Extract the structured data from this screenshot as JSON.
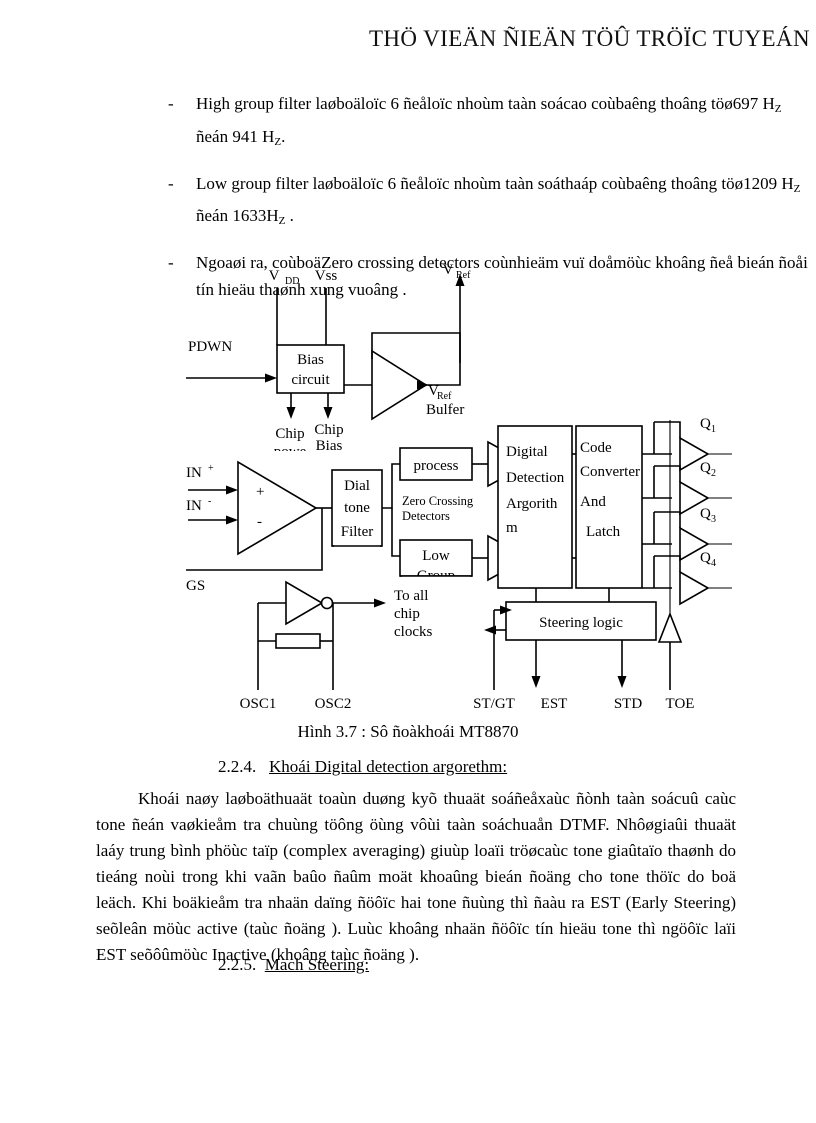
{
  "header": {
    "title": "THÖ VIEÄN ÑIEÄN TÖÛ TRÖÏC TUYEÁN"
  },
  "bullets": [
    {
      "marker": "-",
      "text_1": "High group filter laøboäloïc 6 ñeåloïc nhoùm taàn soácao coùbaêng thoâng töø697 H",
      "sub_1": "Z",
      "text_2": " ñeán  941 H",
      "sub_2": "Z",
      "text_3": "."
    },
    {
      "marker": "-",
      "text_1": "Low group filter laøboäloïc 6 ñeåloïc nhoùm taàn soáthaáp coùbaêng thoâng töø1209 H",
      "sub_1": "Z",
      "text_2": " ñeán 1633H",
      "sub_2": "Z",
      "text_3": " ."
    },
    {
      "marker": "-",
      "text_1": "Ngoaøi ra, coùboäZero crossing detectors coùnhieäm vuï doåmöùc khoâng ñeå bieán ñoåi tín hieäu thaønh xung vuoâng .",
      "sub_1": "",
      "text_2": "",
      "sub_2": "",
      "text_3": ""
    }
  ],
  "diagram": {
    "labels": {
      "vdd": "V",
      "vdd_sub": "DD",
      "vss": "Vss",
      "vref_top": "V",
      "vref_top_sub": "Ref",
      "pdwn": "PDWN",
      "bias_line1": "Bias",
      "bias_line2": "circuit",
      "vref_buf_v": "V",
      "vref_buf_sub": "Ref",
      "vref_buf_name": "Bulfer",
      "chip_power_l1": "Chip",
      "chip_power_l2": "powe",
      "chip_bias_l1": "Chip",
      "chip_bias_l2": "Bias",
      "in_plus": "IN",
      "in_plus_sup": "+",
      "in_minus": "IN",
      "in_minus_sup": "-",
      "opamp_plus": "+",
      "opamp_minus": "-",
      "gs": "GS",
      "dial_l1": "Dial",
      "dial_l2": "tone",
      "dial_l3": "Filter",
      "process": "process",
      "zero_cross_l1": "Zero Crossing",
      "zero_cross_l2": "Detectors",
      "low_group_l1": "Low",
      "low_group_l2": "Group",
      "digital_l1": "Digital",
      "digital_l2": "Detection",
      "digital_l3": "Argorith",
      "digital_l4": "m",
      "code_l1": "Code",
      "code_l2": "Converter",
      "code_l3": "And",
      "code_l4": "Latch",
      "q1": "Q",
      "q1_sub": "1",
      "q2": "Q",
      "q2_sub": "2",
      "q3": "Q",
      "q3_sub": "3",
      "q4": "Q",
      "q4_sub": "4",
      "to_all_l1": "To all",
      "to_all_l2": "chip",
      "to_all_l3": "clocks",
      "steering": "Steering logic",
      "osc1": "OSC1",
      "osc2": "OSC2",
      "stgt": "ST/GT",
      "est": "EST",
      "std": "STD",
      "toe": "TOE"
    }
  },
  "figure_caption": "Hình 3.7  : Sô ñoàkhoái MT8870",
  "sections": {
    "s224": {
      "number": "2.2.4.",
      "title": "Khoái Digital detection argorethm:",
      "paragraph": "Khoái naøy laøboäthuaät toaùn duøng kyõ thuaät soáñeåxaùc ñònh taàn soácuû caùc tone ñeán vaøkieåm tra chuùng töông öùng vôùi taàn soáchuaån DTMF. Nhôøgiaûi thuaät laáy trung bình phöùc taïp (complex averaging) giuùp loaïi tröøcaùc tone giaûtaïo thaønh do tieáng noùi trong khi vaãn baûo ñaûm moät khoaûng bieán ñoäng cho tone thöïc do boä leäch. Khi boäkieåm tra nhaän daïng ñöôïc hai tone ñuùng thì ñaàu ra EST (Early Steering) seõleân möùc active (taùc ñoäng ). Luùc khoâng nhaän ñöôïc tín hieäu tone thì ngöôïc laïi EST seõôûmöùc Inactive (khoâng taùc ñoäng )."
    },
    "s225": {
      "number": "2.2.5.",
      "title": "Mach Steering:"
    }
  }
}
